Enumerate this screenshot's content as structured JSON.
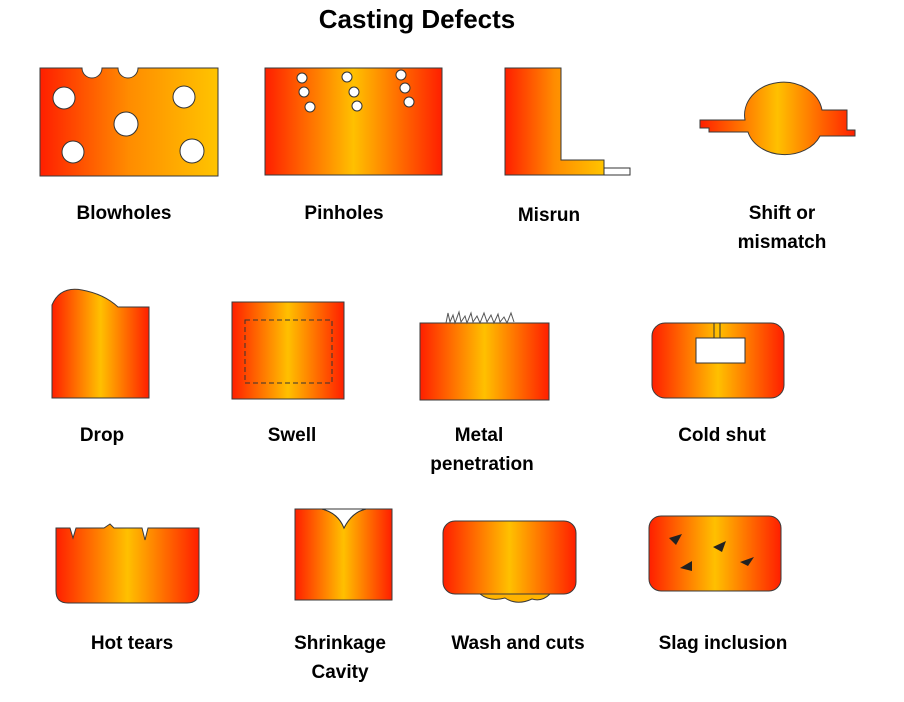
{
  "title": "Casting Defects",
  "colors": {
    "red": "#ff1f00",
    "orange": "#ff7a00",
    "yellow": "#ffc000",
    "outline": "#3a3a3a"
  },
  "defects": [
    {
      "label": "Blowholes"
    },
    {
      "label": "Pinholes"
    },
    {
      "label": "Misrun"
    },
    {
      "label": "Shift or mismatch"
    },
    {
      "label": "Drop"
    },
    {
      "label": "Swell"
    },
    {
      "label": "Metal penetration"
    },
    {
      "label": "Cold shut"
    },
    {
      "label": "Hot tears"
    },
    {
      "label": "Shrinkage Cavity"
    },
    {
      "label": "Wash and cuts"
    },
    {
      "label": "Slag inclusion"
    }
  ],
  "label_lines": {
    "shift": [
      "Shift or",
      "mismatch"
    ],
    "metal_penetration": [
      "Metal",
      "penetration"
    ],
    "shrinkage": [
      "Shrinkage",
      "Cavity"
    ]
  }
}
